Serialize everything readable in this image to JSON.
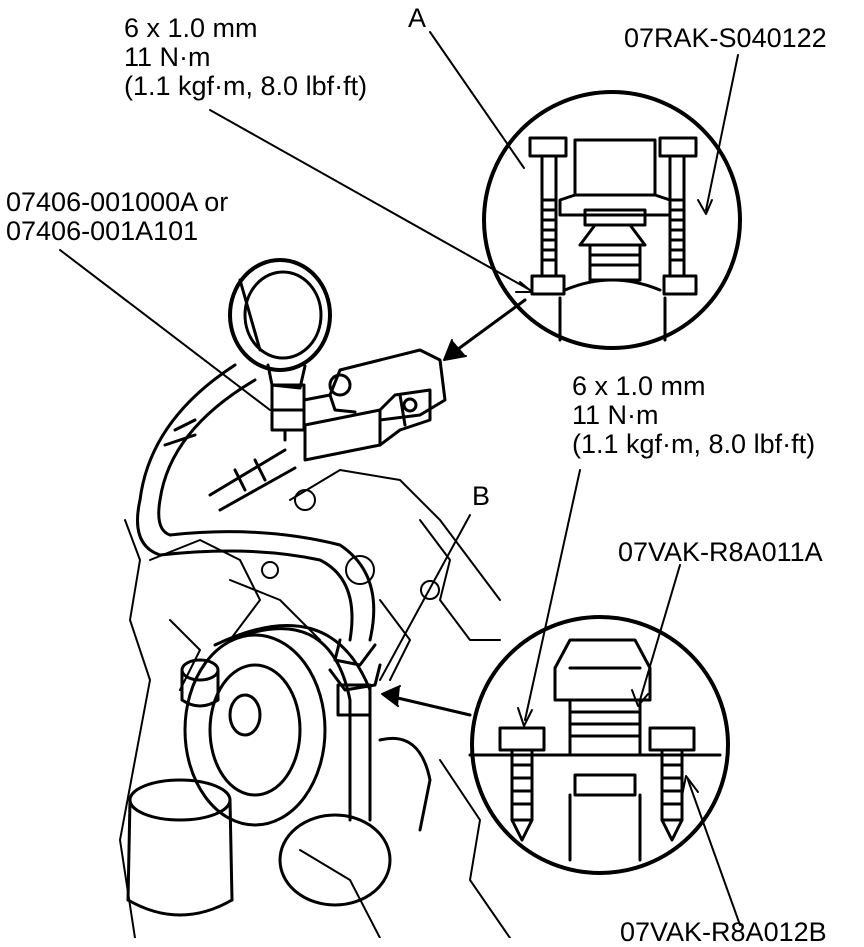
{
  "spec_top": {
    "size": "6 x 1.0 mm",
    "torque_nm": "11 N·m",
    "torque_alt": "(1.1 kgf·m, 8.0 lbf·ft)"
  },
  "spec_right": {
    "size": "6 x 1.0 mm",
    "torque_nm": "11 N·m",
    "torque_alt": "(1.1 kgf·m, 8.0 lbf·ft)"
  },
  "callouts": {
    "a": "A",
    "b": "B",
    "tool_top": "07RAK-S040122",
    "gauge_line1": "07406-001000A or",
    "gauge_line2": "07406-001A101",
    "tool_mid": "07VAK-R8A011A",
    "tool_bottom": "07VAK-R8A012B"
  }
}
